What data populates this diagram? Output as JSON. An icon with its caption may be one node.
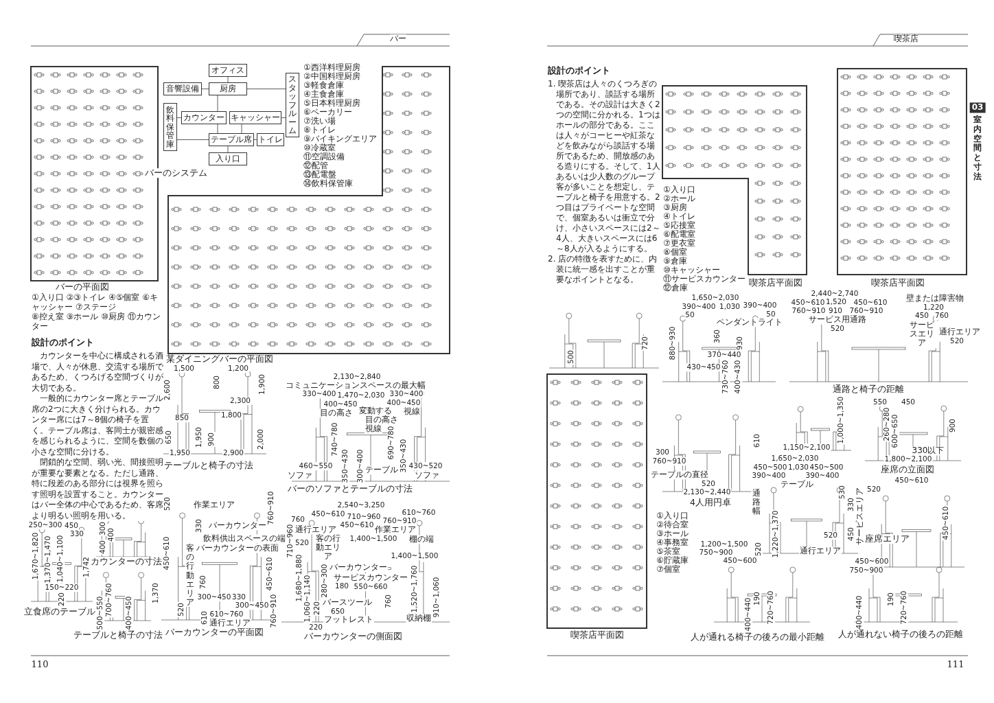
{
  "diagram": {
    "nodes": [
      {
        "text": [
          "オフィス"
        ]
      },
      {
        "text": [
          "音響設備"
        ]
      },
      {
        "text": [
          "厨房"
        ]
      },
      {
        "text": [
          "スタッフルーム"
        ]
      },
      {
        "text": [
          "飲料保管庫"
        ]
      },
      {
        "text": [
          "カウンター"
        ]
      },
      {
        "text": [
          "キャッシャー"
        ]
      },
      {
        "text": [
          "テーブル席"
        ]
      },
      {
        "text": [
          "トイレ"
        ]
      },
      {
        "text": [
          "入り口"
        ]
      }
    ],
    "edges": [
      {
        "from": 0,
        "to": 2,
        "arrow": "none"
      },
      {
        "from": 1,
        "to": 2,
        "arrow": "none"
      },
      {
        "from": 2,
        "to": 3,
        "arrow": "none"
      },
      {
        "from": 4,
        "to": 5,
        "arrow": "none"
      },
      {
        "from": 5,
        "to": 2,
        "arrow": "none"
      },
      {
        "from": 6,
        "to": 3,
        "arrow": "none"
      },
      {
        "from": 5,
        "to": 7,
        "arrow": "none"
      },
      {
        "from": 6,
        "to": 7,
        "arrow": "none"
      },
      {
        "from": 4,
        "to": 7,
        "arrow": "none"
      },
      {
        "from": 7,
        "to": 8,
        "arrow": "none"
      },
      {
        "from": 7,
        "to": 9,
        "arrow": "none"
      }
    ],
    "labels": [
      "バー",
      "喫茶店",
      "03",
      "室内空間と寸法",
      "①西洋料理厨房",
      "②中国料理厨房",
      "③軽食倉庫",
      "④主食倉庫",
      "⑤日本料理厨房",
      "⑥ベーカリー",
      "⑦洗い場",
      "⑧トイレ",
      "⑨バイキングエリア",
      "⑩冷蔵室",
      "⑪空調設備",
      "⑫配管",
      "⑬配電盤",
      "⑭飲料保管庫",
      "バーのシステム",
      "バーの平面図",
      "①入り口 ②③トイレ ④⑤個室 ⑥キャッシャー ⑦ステージ",
      "⑧控え室 ⑨ホール ⑩厨房 ⑪カウンター",
      "設計のポイント",
      "カウンターを中心に構成される酒場で、人々が休息、交流する場所であるため、くつろげる空間づくりが大切である。",
      "一般的にカウンター席とテーブル席の2つに大きく分けられる。カウンター席には7～8個の椅子を置く。テーブル席は、客同士が親密感を感じられるように、空間を数個の小さな空間に分ける。",
      "閉鎖的な空間、弱い光、間接照明が重要な要素となる。ただし通路、特に段差のある部分には視界を照らす照明を設置すること。カウンターはバー全体の中心であるため、客席より明るい照明を用いる。",
      "某ダイニングバーの平面図",
      "テーブルと椅子の寸法",
      "バーのソファとテーブルの寸法",
      "1,500",
      "1,200",
      "2,600",
      "800",
      "1,900",
      "2,300",
      "850",
      "1,800",
      "650",
      "1,950",
      "900",
      "2,000",
      "1,950",
      "2,900",
      "2,130~2,840",
      "コミュニケーションスペースの最大幅",
      "330~400",
      "1,470~2,030",
      "330~400",
      "400~450",
      "変動する",
      "400~450",
      "目の高さ",
      "目の高さ",
      "視線",
      "視線",
      "740~780",
      "690~780",
      "460~550",
      "ソファ",
      "350~430",
      "300~400",
      "テーブル",
      "350~430",
      "430~520",
      "ソファ",
      "250~300",
      "450",
      "330",
      "1,670~1,820",
      "1,370~1,470",
      "1,742",
      "150~220",
      "1,040~1,100",
      "220",
      "立食席のテーブル",
      "300",
      "400",
      "400",
      "カウンターの寸法",
      "500~550",
      "700~760",
      "400~450",
      "テーブルと椅子の寸法",
      "520",
      "作業エリア",
      "330",
      "バーカウンター",
      "飲料供出スペースの端",
      "バーカウンターの表面",
      "450~610",
      "客の行動エリア",
      "760",
      "1,370",
      "300~450",
      "330",
      "300~450",
      "610~760",
      "520",
      "610",
      "通行エリア",
      "760~910",
      "710~960",
      "450~610",
      "760~910",
      "バーカウンターの平面図",
      "2,540~3,250",
      "450~610",
      "710~960",
      "760~910",
      "610~760",
      "760",
      "通行エリア",
      "客の行動エリア",
      "450~610",
      "作業エリア",
      "1,400~1,500",
      "520",
      "棚の端",
      "1,400~1,500",
      "バーカウンター",
      "サービスカウンター",
      "550~660",
      "1,680~1,880",
      "1,060~1,140",
      "280~300",
      "180",
      "バースツール",
      "650",
      "フットレスト",
      "220",
      "220",
      "760",
      "1,520~1,760",
      "収納棚",
      "910~1,060",
      "バーカウンターの側面図",
      "設計のポイント",
      "1. 喫茶店は人々のくつろぎの場所であり、談話する場所である。その設計は大きく2つの空間に分かれる。1つはホールの部分である。ここは人々がコーヒーや紅茶などを飲みながら談話する場所であるため、開放感のある造りにする。そして、1人あるいは少人数のグループ客が多いことを想定し、テーブルと椅子を用意する。2つ目はプライベートな空間で、個室あるいは衝立で分け、小さいスペースには2～4人、大きいスペースには6～8人が入るようにする。",
      "2. 店の特徴を表すために、内装に統一感を出すことが重要なポイントとなる。",
      "喫茶店平面図",
      "喫茶店平面図",
      "①入り口",
      "②ホール",
      "③厨房",
      "④トイレ",
      "⑤応接室",
      "⑥配電室",
      "⑦更衣室",
      "⑧個室",
      "⑨倉庫",
      "⑩キャッシャー",
      "⑪サービスカウンター",
      "⑫倉庫",
      "720",
      "500",
      "1,650~2,030",
      "390~400",
      "1,030",
      "390~400",
      "50",
      "50",
      "ペンダントライト",
      "880~930",
      "360",
      "930",
      "370~440",
      "430~450",
      "730~760",
      "400~430",
      "2,440~2,740",
      "450~610",
      "1,520",
      "450~610",
      "760~910",
      "910",
      "760~910",
      "サービス用通路",
      "520",
      "壁または障害物",
      "1,220",
      "450",
      "760",
      "サービスエリア",
      "通行エリア",
      "520",
      "通路と椅子の距離",
      "610",
      "300",
      "760~910",
      "テーブルの直径",
      "520",
      "2,130~2,440",
      "4人用円卓",
      "1,000~1,350",
      "1,150~2,100",
      "550",
      "450",
      "260~280",
      "600~650",
      "900",
      "330以下",
      "1,800~2,100",
      "座席の立面図",
      "1,650~2,030",
      "450~500",
      "1,030",
      "450~500",
      "390~400",
      "390~400",
      "テーブル",
      "通路幅",
      "530",
      "1,220~1,370",
      "520",
      "330",
      "サービスエリア",
      "450",
      "520",
      "通行エリア",
      "450~610",
      "520",
      "450~610",
      "座席エリア",
      "1,200~1,500",
      "750~900",
      "450~600",
      "190",
      "400~440",
      "720~760",
      "人が通れる椅子の後ろの最小距離",
      "450~600",
      "750~900",
      "190",
      "400~440",
      "720~760",
      "人が通れない椅子の後ろの距離",
      "①入り口",
      "②待合室",
      "③ホール",
      "④事務室",
      "⑤茶室",
      "⑥貯蔵庫",
      "⑦個室",
      "喫茶店平面図",
      "110",
      "111"
    ]
  }
}
